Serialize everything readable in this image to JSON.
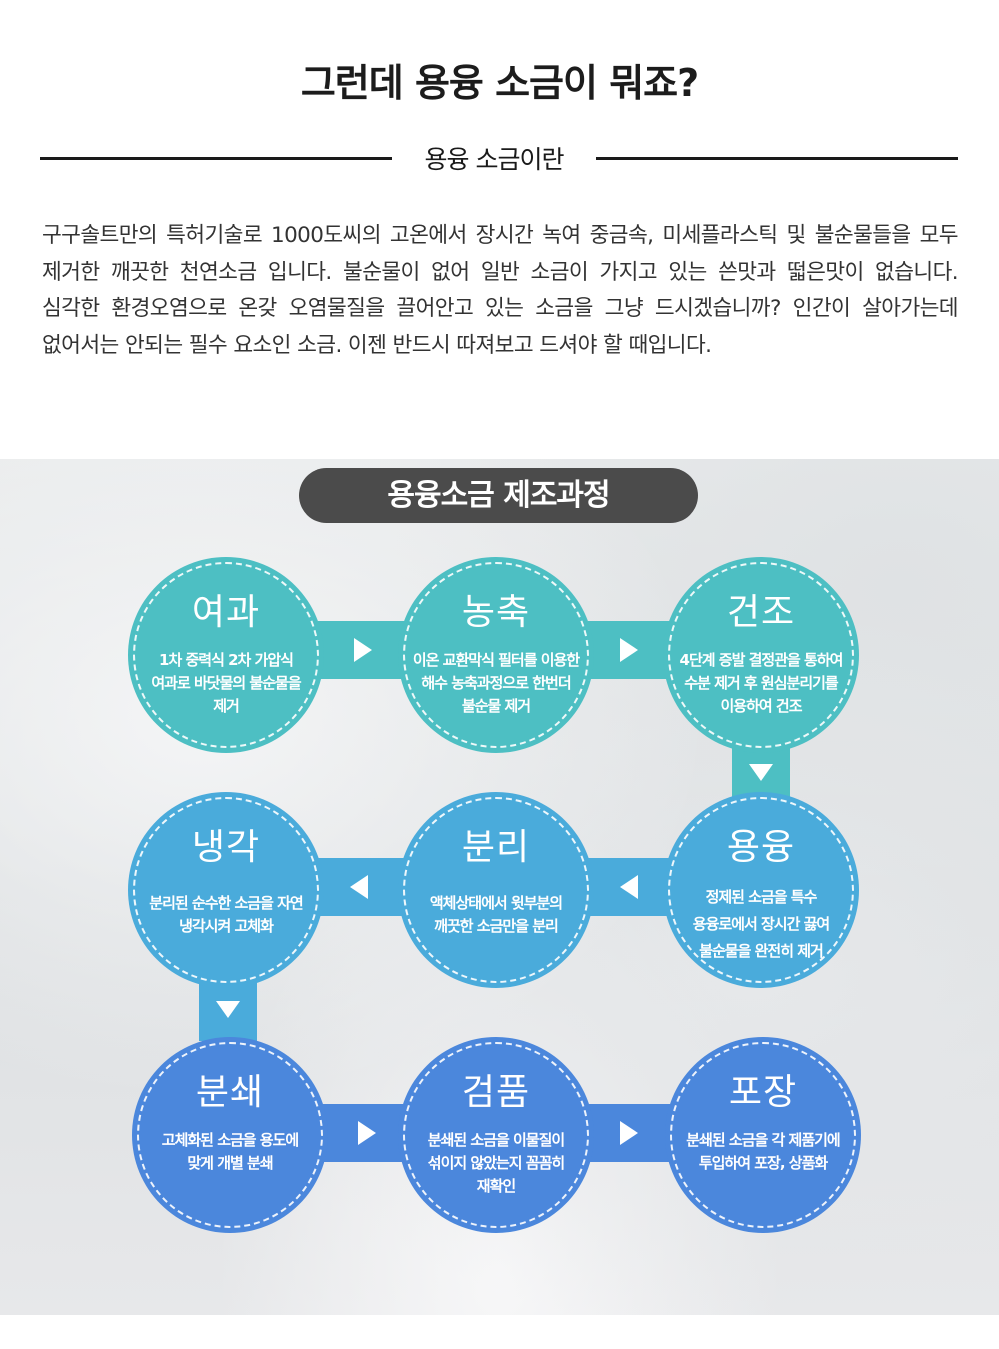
{
  "heading": {
    "title": "그런데 용융 소금이 뭐죠?",
    "subtitle": "용융 소금이란"
  },
  "description": "구구솔트만의 특허기술로 1000도씨의 고온에서 장시간 녹여 중금속, 미세플라스틱 및 불순물들을 모두 제거한 깨끗한 천연소금 입니다. 불순물이 없어 일반 소금이 가지고 있는 쓴맛과 떫은맛이 없습니다. 심각한 환경오염으로 온갖 오염물질을 끌어안고 있는 소금을 그냥 드시겠습니까? 인간이 살아가는데 없어서는 안되는 필수 요소인 소금. 이젠 반드시 따져보고 드셔야 할 때입니다.",
  "process": {
    "title": "용융소금 제조과정",
    "colors": {
      "row1": "#4dbfc3",
      "row2": "#4aabdb",
      "row3": "#4b87dc",
      "title_bg": "#4b4b4b"
    },
    "steps": [
      {
        "name": "여과",
        "desc": "1차 중력식 2차 가압식 여과로 바닷물의 불순물을 제거"
      },
      {
        "name": "농축",
        "desc": "이온 교환막식 필터를 이용한 해수 농축과정으로 한번더 불순물 제거"
      },
      {
        "name": "건조",
        "desc": "4단계 증발 결정관을 통하여 수분 제거 후 원심분리기를 이용하여 건조"
      },
      {
        "name": "용융",
        "desc": "정제된 소금을 특수 용융로에서 장시간 끓여 불순물을 완전히 제거"
      },
      {
        "name": "분리",
        "desc": "액체상태에서 윗부분의 깨끗한 소금만을 분리"
      },
      {
        "name": "냉각",
        "desc": "분리된 순수한 소금을 자연 냉각시켜 고체화"
      },
      {
        "name": "분쇄",
        "desc": "고체화된 소금을 용도에 맞게 개별 분쇄"
      },
      {
        "name": "검품",
        "desc": "분쇄된 소금을 이물질이 섞이지 않았는지 꼼꼼히 재확인"
      },
      {
        "name": "포장",
        "desc": "분쇄된 소금을 각 제품기에 투입하여 포장, 상품화"
      }
    ]
  }
}
